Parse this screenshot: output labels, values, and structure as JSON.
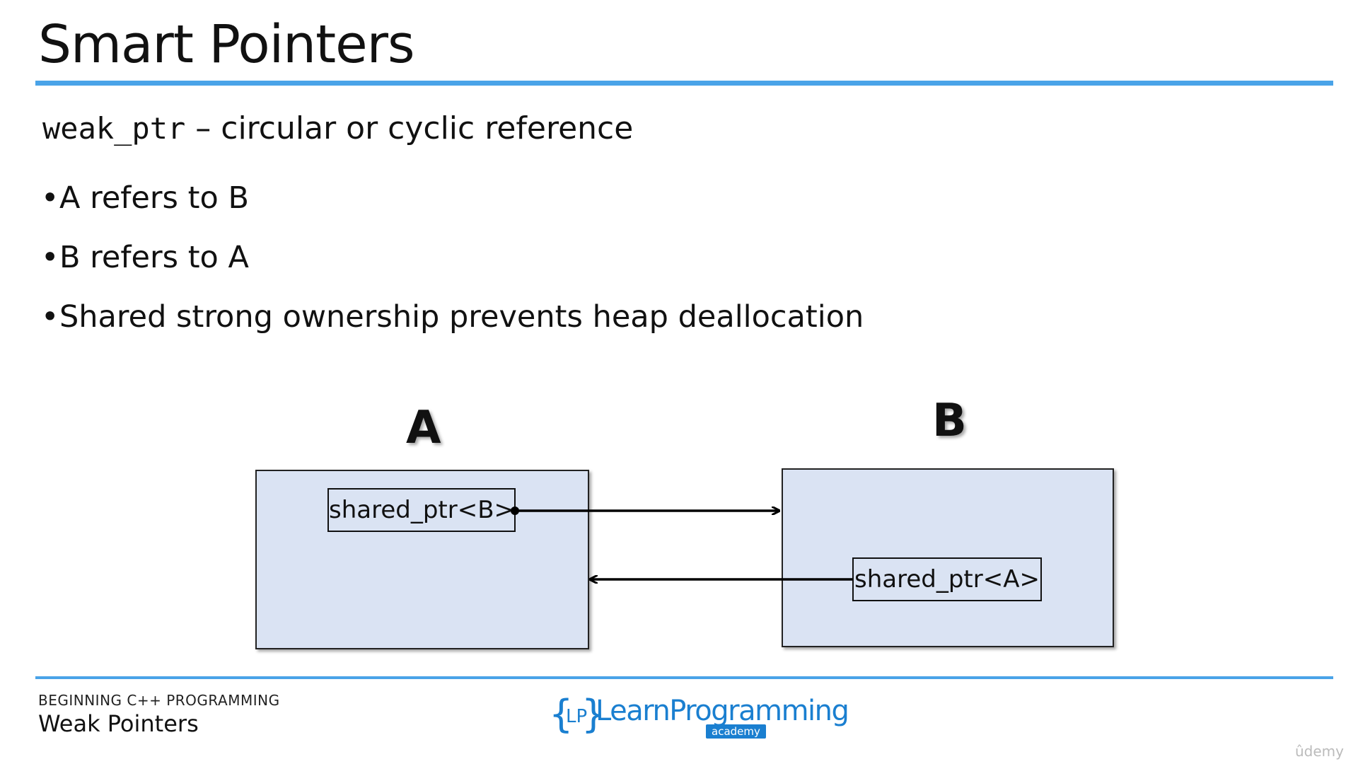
{
  "slide": {
    "title": "Smart Pointers",
    "subtitle_code": "weak_ptr",
    "subtitle_text": " – circular or cyclic reference",
    "bullets": [
      "A refers to B",
      "B refers to A",
      "Shared strong ownership prevents heap deallocation"
    ]
  },
  "diagram": {
    "label_a": "A",
    "label_b": "B",
    "ptr_in_a": "shared_ptr<B>",
    "ptr_in_b": "shared_ptr<A>",
    "box_fill": "#dae3f3"
  },
  "footer": {
    "course": "BEGINNING C++ PROGRAMMING",
    "lesson": "Weak Pointers",
    "logo_left_brace": "{",
    "logo_lp": "LP",
    "logo_right_brace": "}",
    "logo_text": "LearnProgramming",
    "logo_sub": "academy",
    "watermark": "ûdemy"
  },
  "colors": {
    "accent": "#4aa3e8",
    "logo_blue": "#1a7fd0"
  }
}
